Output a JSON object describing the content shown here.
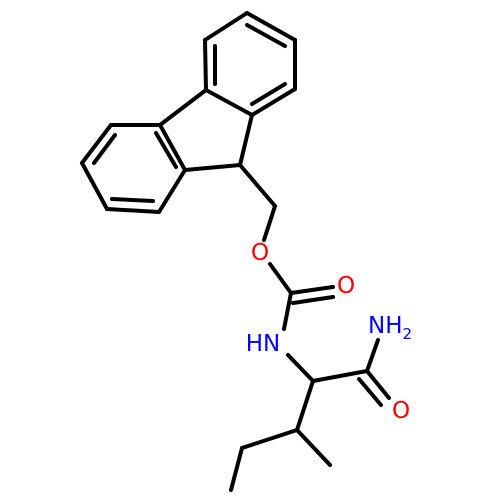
{
  "molecule": {
    "atoms": {
      "O_ether": {
        "text": "O",
        "color": "#ff0000"
      },
      "O_carbonyl": {
        "text": "O",
        "color": "#ff0000"
      },
      "N_carbamate": {
        "text": "HN",
        "color": "#0000ff"
      },
      "N_amide": {
        "text": "NH",
        "sub": "2",
        "color": "#0000ff"
      },
      "O_amide": {
        "text": "O",
        "color": "#ff0000"
      }
    },
    "bond_color": "#000000"
  }
}
